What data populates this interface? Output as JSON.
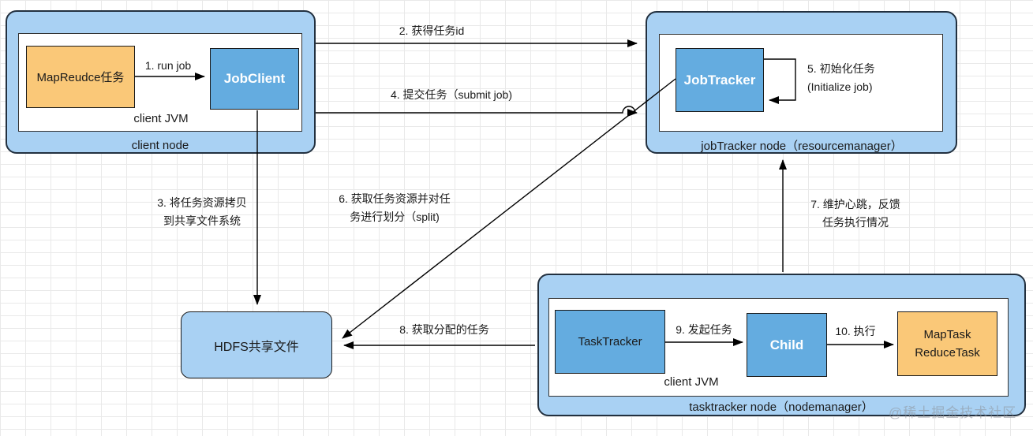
{
  "nodes": {
    "client_node": {
      "label": "client node",
      "jvm_label": "client JVM",
      "mapreduce_task": "MapReudce任务",
      "jobclient": "JobClient"
    },
    "jobtracker_node": {
      "label": "jobTracker node（resourcemanager）",
      "jobtracker": "JobTracker"
    },
    "hdfs": {
      "label": "HDFS共享文件"
    },
    "tasktracker_node": {
      "label": "tasktracker node（nodemanager）",
      "jvm_label": "client JVM",
      "tasktracker": "TaskTracker",
      "child": "Child",
      "task_line1": "MapTask",
      "task_line2": "ReduceTask"
    }
  },
  "edges": [
    {
      "label": "1. run job"
    },
    {
      "label": "2. 获得任务id"
    },
    {
      "line1": "3. 将任务资源拷贝",
      "line2": "到共享文件系统"
    },
    {
      "label": "4. 提交任务（submit job)"
    },
    {
      "line1": "5. 初始化任务",
      "line2": "(Initialize job)"
    },
    {
      "line1": "6. 获取任务资源并对任",
      "line2": "务进行划分（split)"
    },
    {
      "line1": "7. 维护心跳，反馈",
      "line2": "任务执行情况"
    },
    {
      "label": "8. 获取分配的任务"
    },
    {
      "label": "9. 发起任务"
    },
    {
      "label": "10. 执行"
    }
  ],
  "watermark": "@稀土掘金技术社区",
  "colors": {
    "node_fill": "#a9d1f3",
    "node_border": "#22303f",
    "box_blue": "#64ace0",
    "box_orange": "#fac878",
    "line_color": "#000000"
  }
}
